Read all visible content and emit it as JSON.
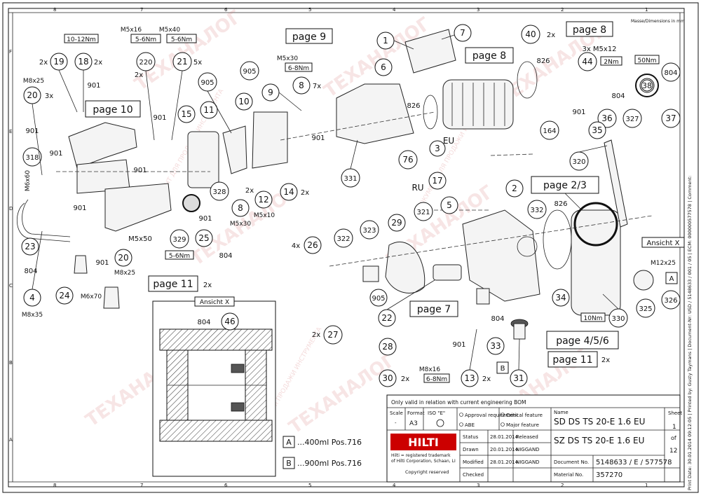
{
  "frame": {
    "top_cols": [
      "8",
      "7",
      "6",
      "5",
      "4",
      "3",
      "2",
      "1"
    ],
    "bottom_cols": [
      "8",
      "7",
      "6",
      "5",
      "4",
      "3",
      "2",
      "1"
    ],
    "rows": [
      "F",
      "E",
      "D",
      "C",
      "B",
      "A"
    ],
    "top_note": "Masse/Dimensions in mm",
    "side_text": "Print Date: 30.01.2014 09:12:05 | Printed by: Gusty Taymans | Document-Nr: USD / 5148633 / 001 / 05 | ECM: 000000577578 | Comment:"
  },
  "watermark": {
    "brand": "ТЕХАНАЛОГ",
    "tagline": "ДОКУМЕНТ ДЛЯ ПРОДАЖИ ИНСТРУМЕНТА"
  },
  "page_refs": {
    "p9": "page 9",
    "p8a": "page 8",
    "p8b": "page 8",
    "p10": "page 10",
    "p23": "page 2/3",
    "p11a": "page 11",
    "p11b": "page 11",
    "p7": "page 7",
    "p456": "page 4/5/6"
  },
  "labels": {
    "t1": "1",
    "t7": "7",
    "t6": "6",
    "t40": "40",
    "t40x": "2x",
    "t826a": "826",
    "t44": "44",
    "t44spec": "3x M5x12",
    "t44torque": "2Nm",
    "t38torque": "50Nm",
    "t38": "38",
    "t804a": "804",
    "t804b": "804",
    "t804c": "804",
    "t804d": "804",
    "t804e": "804",
    "t36": "36",
    "t327": "327",
    "t37": "37",
    "t35": "35",
    "t320": "320",
    "t901": "901",
    "t164": "164",
    "t826b": "826",
    "t76": "76",
    "t331": "331",
    "t3": "3",
    "t17": "17",
    "t2": "2",
    "eu": "EU",
    "ru": "RU",
    "t5": "5",
    "t332": "332",
    "t826c": "826",
    "t321": "321",
    "t29": "29",
    "t323": "323",
    "t322": "322",
    "t26": "26",
    "t26x": "4x",
    "t34": "34",
    "t330": "330",
    "t330torque": "10Nm",
    "t325": "325",
    "t326": "326",
    "t326spec": "M12x25",
    "ref_a": "A",
    "ansicht": "Ansicht X",
    "t905a": "905",
    "t905b": "905",
    "t905c": "905",
    "t22": "22",
    "t27": "27",
    "t27x": "2x",
    "t28": "28",
    "t33": "33",
    "t31": "31",
    "t30": "30",
    "t30x": "2x",
    "t13": "13",
    "t13x": "2x",
    "t13spec": "M8x16",
    "t13torque": "6-8Nm",
    "ref_b": "B",
    "t9": "9",
    "t8": "8",
    "t8x": "7x",
    "t8spec": "M5x30",
    "t8torque": "6-8Nm",
    "t10": "10",
    "t11": "11",
    "t15": "15",
    "t12": "12",
    "t12spec": "M5x10",
    "t12x": "2x",
    "t14": "14",
    "t14x": "2x",
    "t8b": "8",
    "t8bspec": "M5x30",
    "t328": "328",
    "t25": "25",
    "t329": "329",
    "t329spec": "M5x50",
    "t329torque": "5-6Nm",
    "t220": "220",
    "t220spec": "M5x16",
    "t220torque": "5-6Nm",
    "t220x": "2x",
    "t21": "21",
    "t21spec": "M5x40",
    "t21torque": "5-6Nm",
    "t21x": "5x",
    "t19": "19",
    "t19x": "2x",
    "t18": "18",
    "t18x": "2x",
    "t1819torque": "10-12Nm",
    "t20": "20",
    "t20x": "3x",
    "t20spec": "M8x25",
    "t318": "318",
    "t23": "23",
    "t23spec": "M6x60",
    "t4": "4",
    "t4spec": "M8x35",
    "t24": "24",
    "t24spec": "M6x70",
    "t20b": "20",
    "t20bspec": "M8x25",
    "t11x": "2x",
    "t11bx": "2x",
    "ansicht_x": "Ansicht X",
    "t46": "46"
  },
  "legend": [
    {
      "key": "A",
      "text": "...400ml Pos.716"
    },
    {
      "key": "B",
      "text": "...900ml Pos.716"
    }
  ],
  "title_block": {
    "validity": "Only valid in relation with current engineering BOM",
    "scale_h": "Scale",
    "scale_v": "-",
    "format_h": "Format",
    "format_v": "A3",
    "iso_h": "ISO \"E\"",
    "approval": "Approval requirement",
    "abe": "ABE",
    "critical": "Critical feature",
    "major": "Major feature",
    "name_h": "Name",
    "name1": "SD DS TS 20-E 1.6 EU",
    "name2": "SZ DS TS 20-E 1.6 EU",
    "sheet_h": "Sheet",
    "sheet_n": "1",
    "sheet_of": "of",
    "sheet_total": "12",
    "logo": "HILTI",
    "tm1": "Hilti = registered trademark",
    "tm2": "of Hilti Corporation, Schaan, LI",
    "copyright": "Copyright reserved",
    "status_h": "Status",
    "status_date": "28.01.2014",
    "status_v": "Released",
    "drawn_h": "Drawn",
    "drawn_date": "20.01.2014",
    "drawn_v": "NIGGAND",
    "modified_h": "Modified",
    "modified_date": "28.01.2014",
    "modified_v": "NIGGAND",
    "checked_h": "Checked",
    "docno_h": "Document No.",
    "docno_v": "5148633 / E / 577578",
    "matno_h": "Material No.",
    "matno_v": "357270"
  }
}
